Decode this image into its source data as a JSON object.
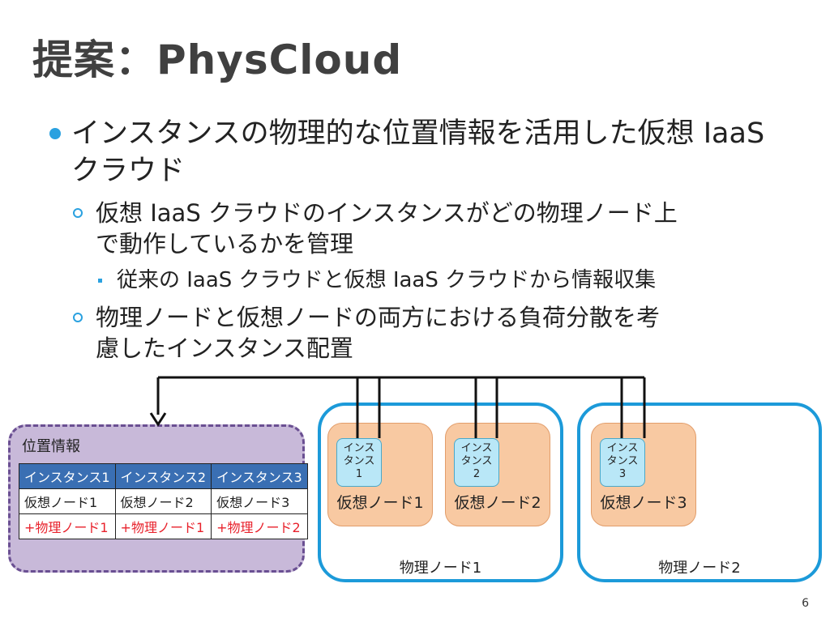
{
  "slide": {
    "title": "提案：PhysCloud",
    "page_number": "6",
    "bullets": {
      "l1": "インスタンスの物理的な位置情報を活用した仮想 IaaS クラウド",
      "l2a_line1": "仮想 IaaS クラウドのインスタンスがどの物理ノード上",
      "l2a_line2": "で動作しているかを管理",
      "l3": "従来の IaaS クラウドと仮想 IaaS クラウドから情報収集",
      "l2b_line1": "物理ノードと仮想ノードの両方における負荷分散を考",
      "l2b_line2": "慮したインスタンス配置"
    }
  },
  "diagram": {
    "info_title": "位置情報",
    "table": {
      "headers": [
        "インスタンス1",
        "インスタンス2",
        "インスタンス3"
      ],
      "rows": [
        [
          "仮想ノード1",
          "仮想ノード2",
          "仮想ノード3"
        ],
        [
          "+物理ノード1",
          "+物理ノード1",
          "+物理ノード2"
        ]
      ]
    },
    "physical_nodes": [
      "物理ノード1",
      "物理ノード2"
    ],
    "virtual_nodes": [
      "仮想ノード1",
      "仮想ノード2",
      "仮想ノード3"
    ],
    "instances": [
      {
        "line1": "インス",
        "line2": "タンス",
        "line3": "1"
      },
      {
        "line1": "インス",
        "line2": "タンス",
        "line3": "2"
      },
      {
        "line1": "インス",
        "line2": "タンス",
        "line3": "3"
      }
    ]
  },
  "colors": {
    "accent": "#2aa1e0",
    "info_box_bg": "#c8b9d9",
    "info_box_border": "#6a4f92",
    "table_header": "#3a6fb3",
    "red_text": "#e8222c",
    "physical_border": "#1c9ad9",
    "virtual_node_bg": "#f8c9a2",
    "instance_bg": "#b9e7f7"
  }
}
